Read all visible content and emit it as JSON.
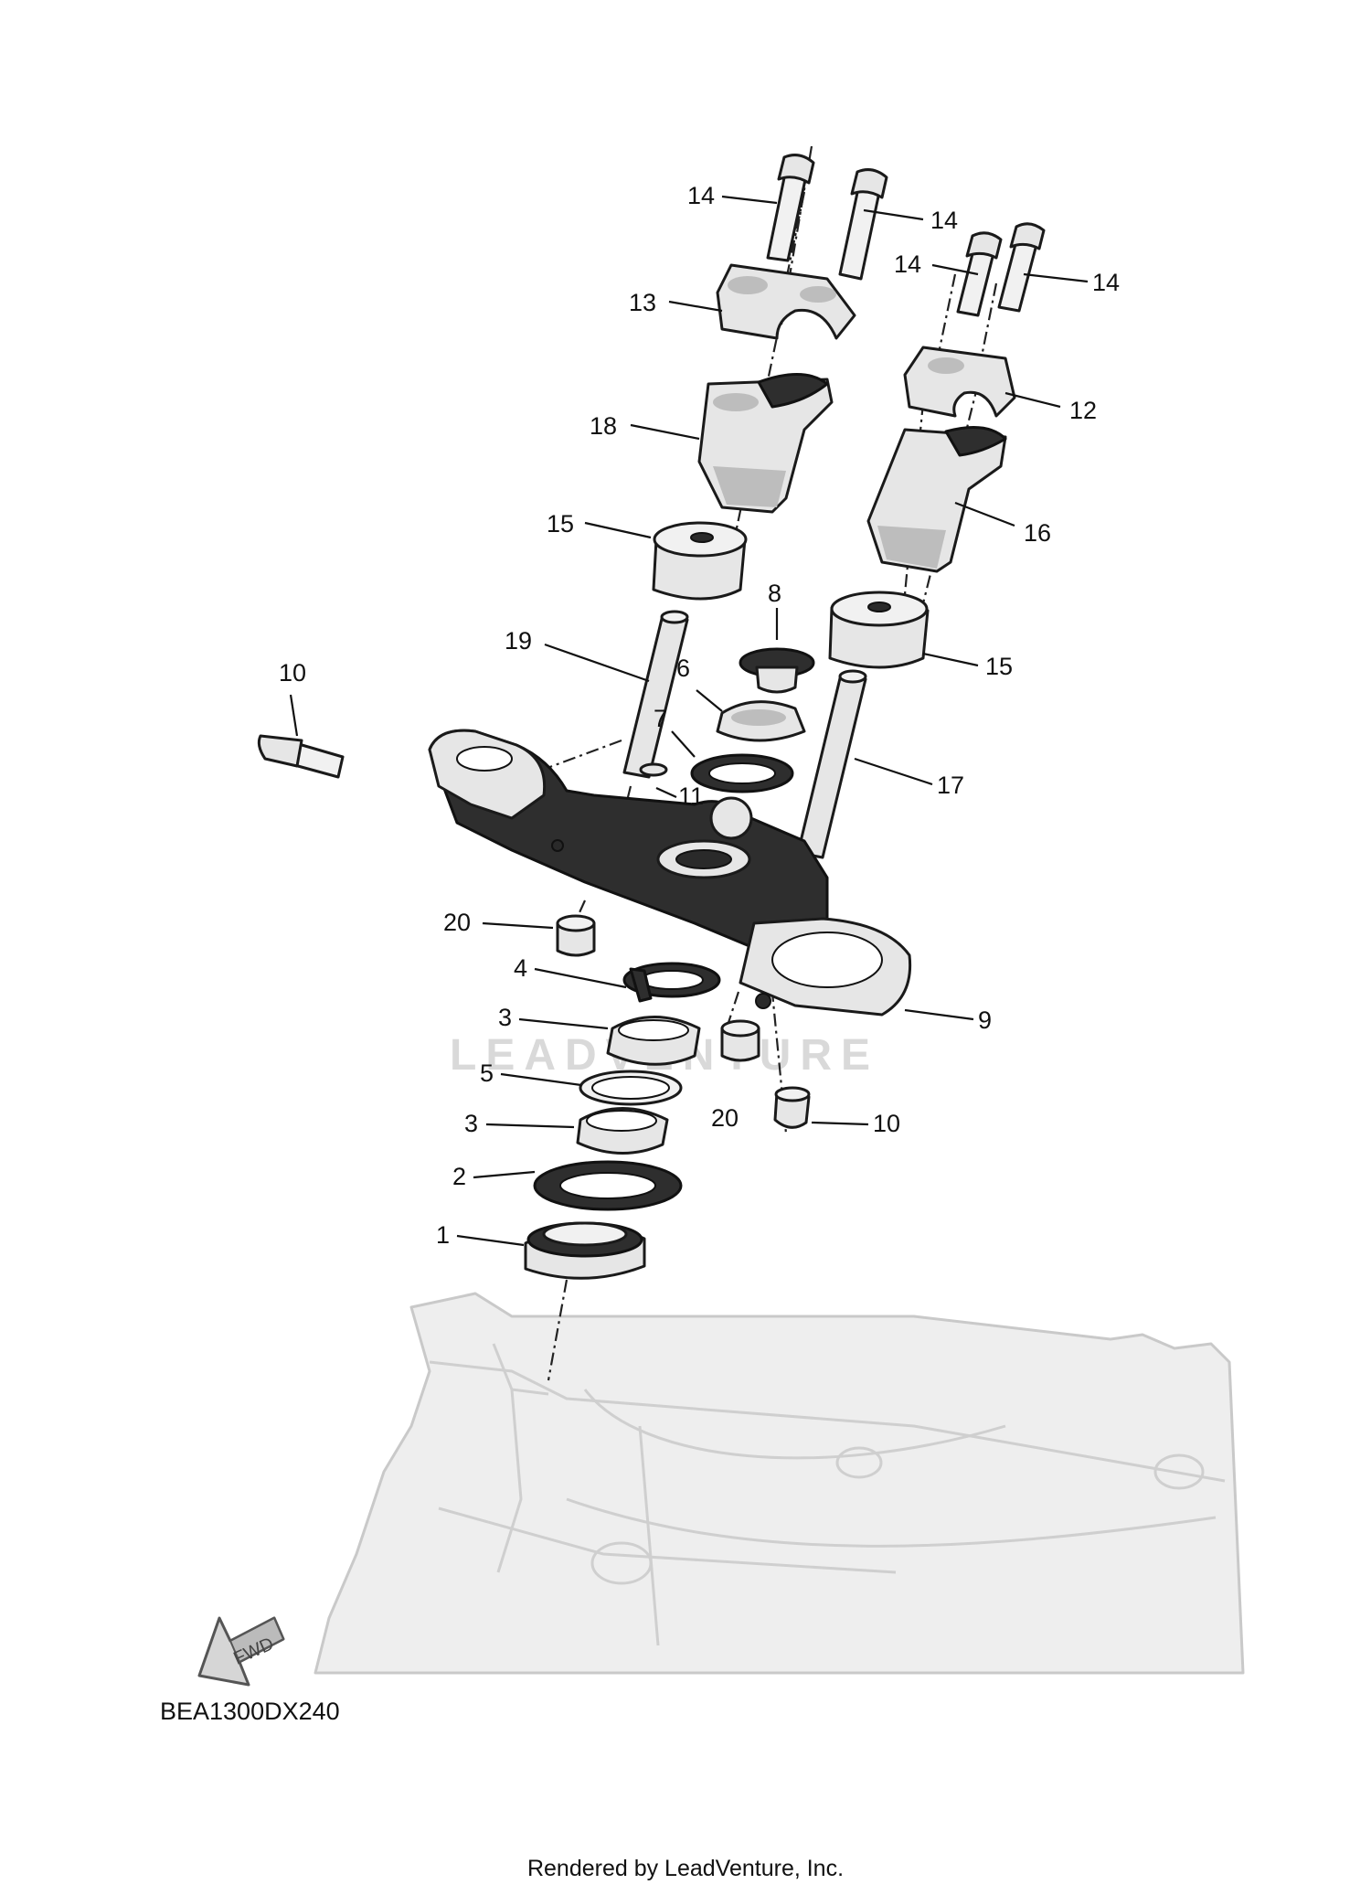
{
  "diagram": {
    "code": "BEA1300DX240",
    "watermark": "LEADVENTURE",
    "fwd_label": "FWD",
    "footer": "Rendered by LeadVenture, Inc."
  },
  "callouts": [
    {
      "id": "c14a",
      "label": "14"
    },
    {
      "id": "c14b",
      "label": "14"
    },
    {
      "id": "c14c",
      "label": "14"
    },
    {
      "id": "c14d",
      "label": "14"
    },
    {
      "id": "c13",
      "label": "13"
    },
    {
      "id": "c12",
      "label": "12"
    },
    {
      "id": "c18",
      "label": "18"
    },
    {
      "id": "c16",
      "label": "16"
    },
    {
      "id": "c15a",
      "label": "15"
    },
    {
      "id": "c15b",
      "label": "15"
    },
    {
      "id": "c8",
      "label": "8"
    },
    {
      "id": "c19",
      "label": "19"
    },
    {
      "id": "c6",
      "label": "6"
    },
    {
      "id": "c10a",
      "label": "10"
    },
    {
      "id": "c7",
      "label": "7"
    },
    {
      "id": "c17",
      "label": "17"
    },
    {
      "id": "c11",
      "label": "11"
    },
    {
      "id": "c20a",
      "label": "20"
    },
    {
      "id": "c4",
      "label": "4"
    },
    {
      "id": "c9",
      "label": "9"
    },
    {
      "id": "c3a",
      "label": "3"
    },
    {
      "id": "c5",
      "label": "5"
    },
    {
      "id": "c20b",
      "label": "20"
    },
    {
      "id": "c10b",
      "label": "10"
    },
    {
      "id": "c3b",
      "label": "3"
    },
    {
      "id": "c2",
      "label": "2"
    },
    {
      "id": "c1",
      "label": "1"
    }
  ]
}
